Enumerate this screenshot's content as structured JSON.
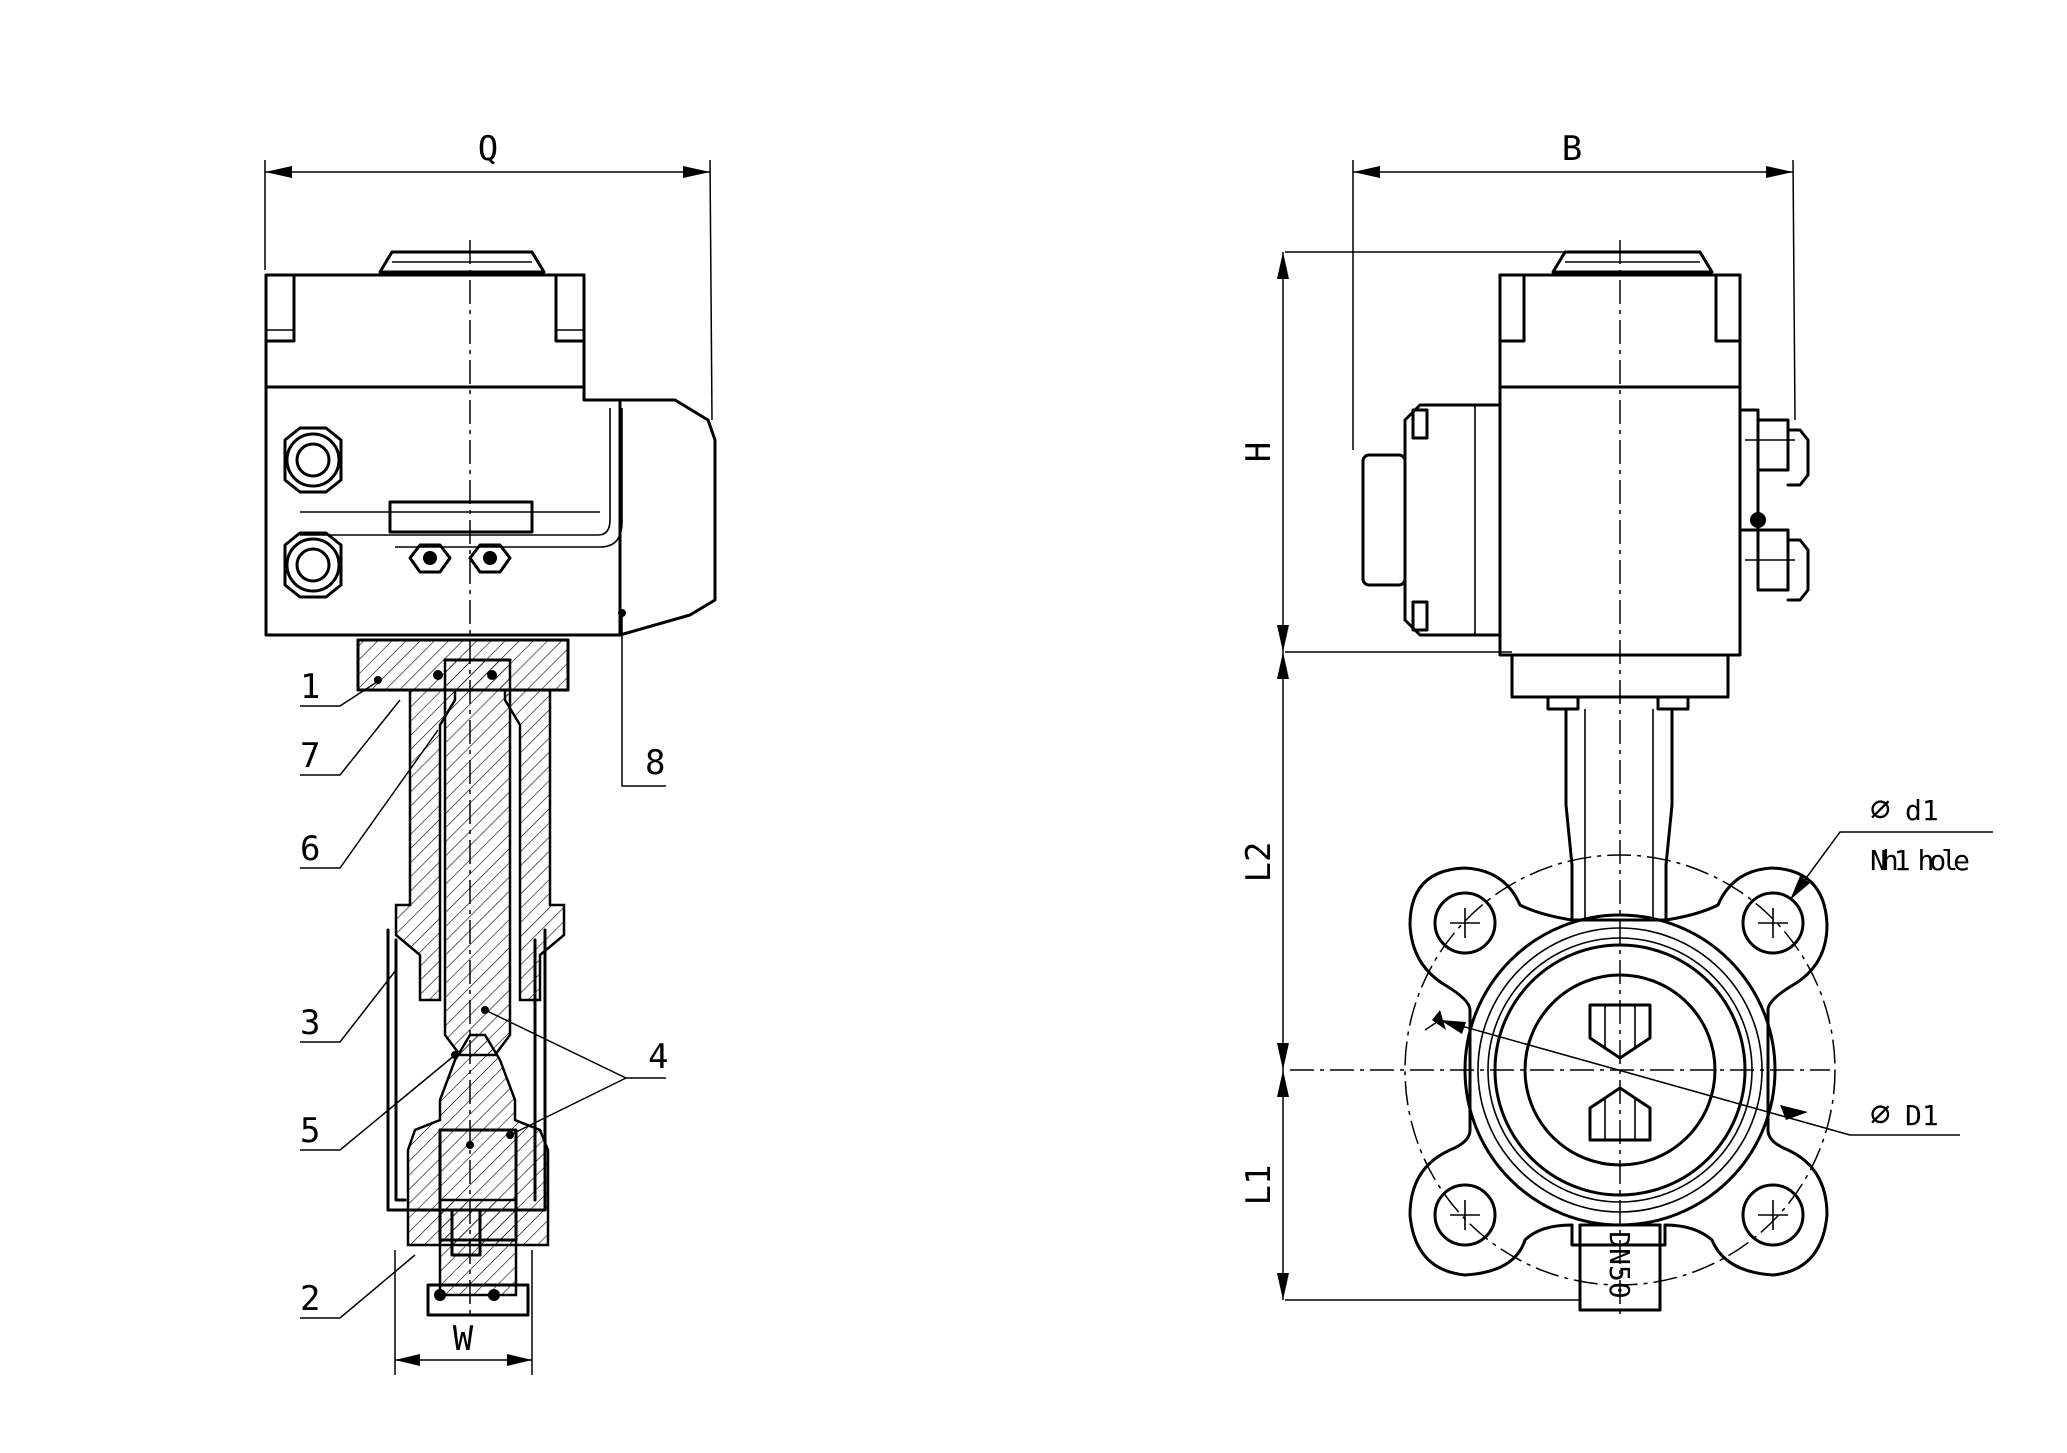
{
  "dimensions": {
    "q": "Q",
    "w": "W",
    "b": "B",
    "h": "H",
    "l2": "L2",
    "l1": "L1",
    "d1_small": "d1",
    "hole_note": "Nh1 hole",
    "d1_large": "D1",
    "diameter_symbol": "⌀"
  },
  "body_marking": "DN50",
  "part_labels": [
    "1",
    "7",
    "6",
    "3",
    "5",
    "2",
    "4",
    "8"
  ]
}
